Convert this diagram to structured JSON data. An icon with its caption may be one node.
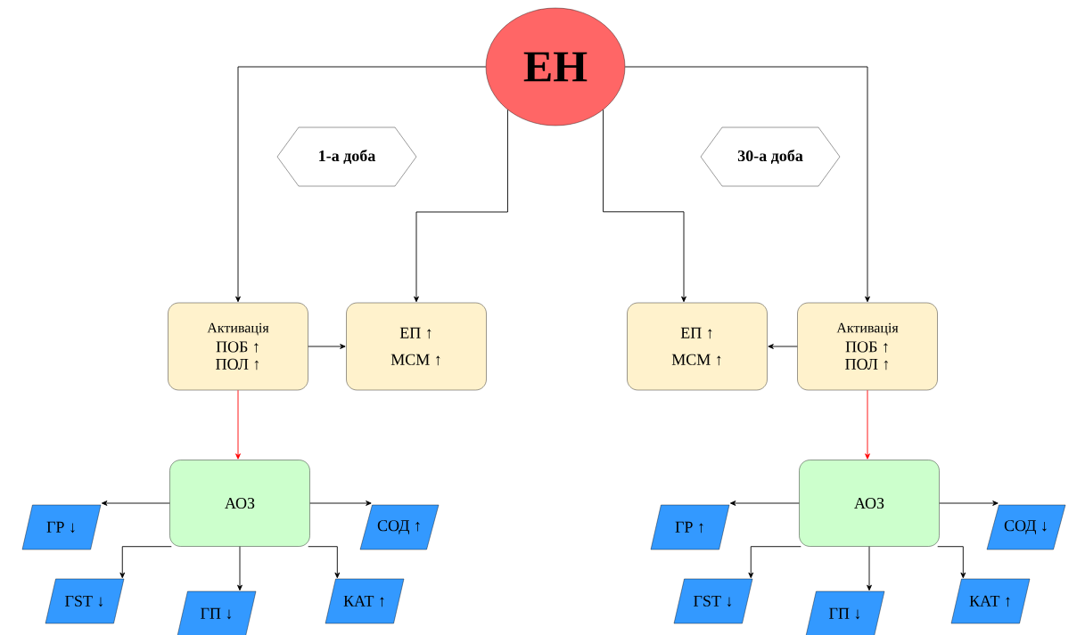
{
  "diagram": {
    "nodes": [
      {
        "text": [
          "ЕН"
        ]
      },
      {
        "text": [
          "1-а доба"
        ]
      },
      {
        "text": [
          "30-а доба"
        ]
      },
      {
        "text": [
          "Активація",
          "ПОБ ↑",
          "ПОЛ ↑"
        ]
      },
      {
        "text": [
          "ЕП ↑",
          "МСМ ↑"
        ]
      },
      {
        "text": [
          "ЕП ↑",
          "МСМ ↑"
        ]
      },
      {
        "text": [
          "Активація",
          "ПОБ ↑",
          "ПОЛ ↑"
        ]
      },
      {
        "text": [
          "АОЗ"
        ]
      },
      {
        "text": [
          "ГР ↓"
        ]
      },
      {
        "text": [
          "СОД ↑"
        ]
      },
      {
        "text": [
          "ГST ↓"
        ]
      },
      {
        "text": [
          "ГП ↓"
        ]
      },
      {
        "text": [
          "КАТ ↑"
        ]
      },
      {
        "text": [
          "АОЗ"
        ]
      },
      {
        "text": [
          "ГР ↑"
        ]
      },
      {
        "text": [
          "СОД ↓"
        ]
      },
      {
        "text": [
          "ГST ↓"
        ]
      },
      {
        "text": [
          "ГП ↓"
        ]
      },
      {
        "text": [
          "КАТ ↑"
        ]
      }
    ],
    "edges": [
      {
        "from": 0,
        "to": 3,
        "arrow": "to"
      },
      {
        "from": 0,
        "to": 4,
        "arrow": "to"
      },
      {
        "from": 0,
        "to": 5,
        "arrow": "to"
      },
      {
        "from": 0,
        "to": 6,
        "arrow": "to"
      },
      {
        "from": 3,
        "to": 4,
        "arrow": "to"
      },
      {
        "from": 6,
        "to": 5,
        "arrow": "to"
      },
      {
        "from": 3,
        "to": 7,
        "arrow": "to",
        "color": "#ff0000"
      },
      {
        "from": 6,
        "to": 13,
        "arrow": "to",
        "color": "#ff0000"
      },
      {
        "from": 7,
        "to": 8,
        "arrow": "to"
      },
      {
        "from": 7,
        "to": 9,
        "arrow": "to"
      },
      {
        "from": 7,
        "to": 10,
        "arrow": "to"
      },
      {
        "from": 7,
        "to": 11,
        "arrow": "to"
      },
      {
        "from": 7,
        "to": 12,
        "arrow": "to"
      },
      {
        "from": 13,
        "to": 14,
        "arrow": "to"
      },
      {
        "from": 13,
        "to": 15,
        "arrow": "to"
      },
      {
        "from": 13,
        "to": 16,
        "arrow": "to"
      },
      {
        "from": 13,
        "to": 17,
        "arrow": "to"
      },
      {
        "from": 13,
        "to": 18,
        "arrow": "to"
      }
    ]
  }
}
